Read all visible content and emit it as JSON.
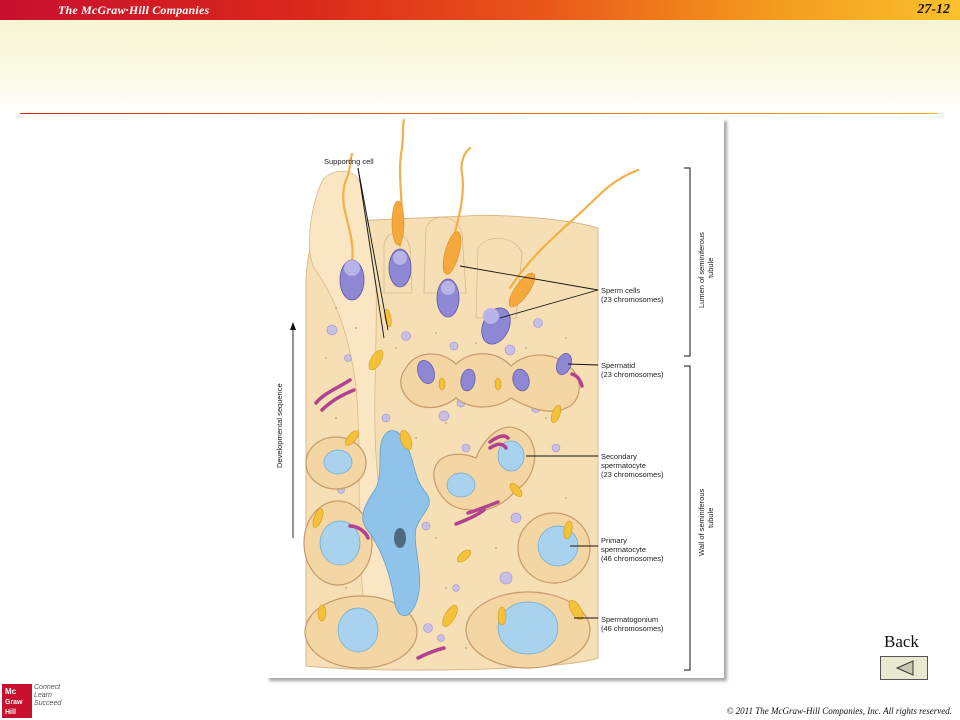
{
  "header": {
    "brand": "The McGraw·Hill Companies",
    "slide_number": "27-12"
  },
  "figure": {
    "labels": {
      "supporting_cell": "Supporting cell",
      "sperm_cells": "Sperm cells",
      "sperm_cells_chromosomes": "(23 chromosomes)",
      "spermatid": "Spermatid",
      "spermatid_chromosomes": "(23 chromosomes)",
      "secondary_1": "Secondary",
      "secondary_2": "spermatocyte",
      "secondary_chromosomes": "(23 chromosomes)",
      "primary_1": "Primary",
      "primary_2": "spermatocyte",
      "primary_chromosomes": "(46 chromosomes)",
      "spermatogonium": "Spermatogonium",
      "spermatogonium_chromosomes": "(46 chromosomes)",
      "developmental_sequence": "Developmental sequence",
      "lumen_1": "Lumen of seminiferous",
      "lumen_2": "tubule",
      "wall_1": "Wall of seminiferous",
      "wall_2": "tubule"
    }
  },
  "navigation": {
    "back_label": "Back"
  },
  "footer": {
    "logo_letters": [
      "Mc",
      "Graw",
      "Hill"
    ],
    "tagline": [
      "Connect",
      "Learn",
      "Succeed"
    ],
    "copyright": "© 2011 The McGraw-Hill Companies, Inc. All rights reserved."
  },
  "colors": {
    "banner_start": "#c8102e",
    "banner_end": "#fbc02d",
    "cytoplasm": "#f6dfb4",
    "nucleus": "#a9d2ee",
    "sperm_head": "#8e87d3",
    "flagellum": "#f3b04a",
    "organelle_magenta": "#b2418f",
    "organelle_yellow": "#f4c13a"
  }
}
